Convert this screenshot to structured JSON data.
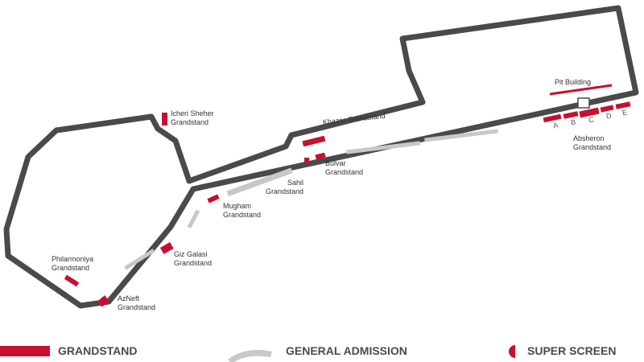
{
  "labels": {
    "pit_building": "Pit Building",
    "icheri_sheher": [
      "Icheri Sheher",
      "Grandstand"
    ],
    "khazar": "Khazar Grandstand",
    "bulvar": [
      "Bulvar",
      "Grandstand"
    ],
    "sahil": [
      "Sahil",
      "Grandstand"
    ],
    "mugham": [
      "Mugham",
      "Grandstand"
    ],
    "giz_galasi": [
      "Giz Galasi",
      "Grandstand"
    ],
    "philarmoniya": [
      "Philarmoniya",
      "Grandstand"
    ],
    "azneft": [
      "AzNeft",
      "Grandstand"
    ],
    "absheron": [
      "Absheron",
      "Grandstand"
    ]
  },
  "absheron_sections": [
    "A",
    "B",
    "C",
    "D",
    "E"
  ],
  "legend": {
    "grandstand": "GRANDSTAND",
    "general_admission": "GENERAL ADMISSION",
    "super_screen": "SUPER SCREEN"
  },
  "colors": {
    "track": "#4a4a4a",
    "grandstand": "#c8102e",
    "general_admission": "#c8c8c8",
    "text": "#333333"
  }
}
